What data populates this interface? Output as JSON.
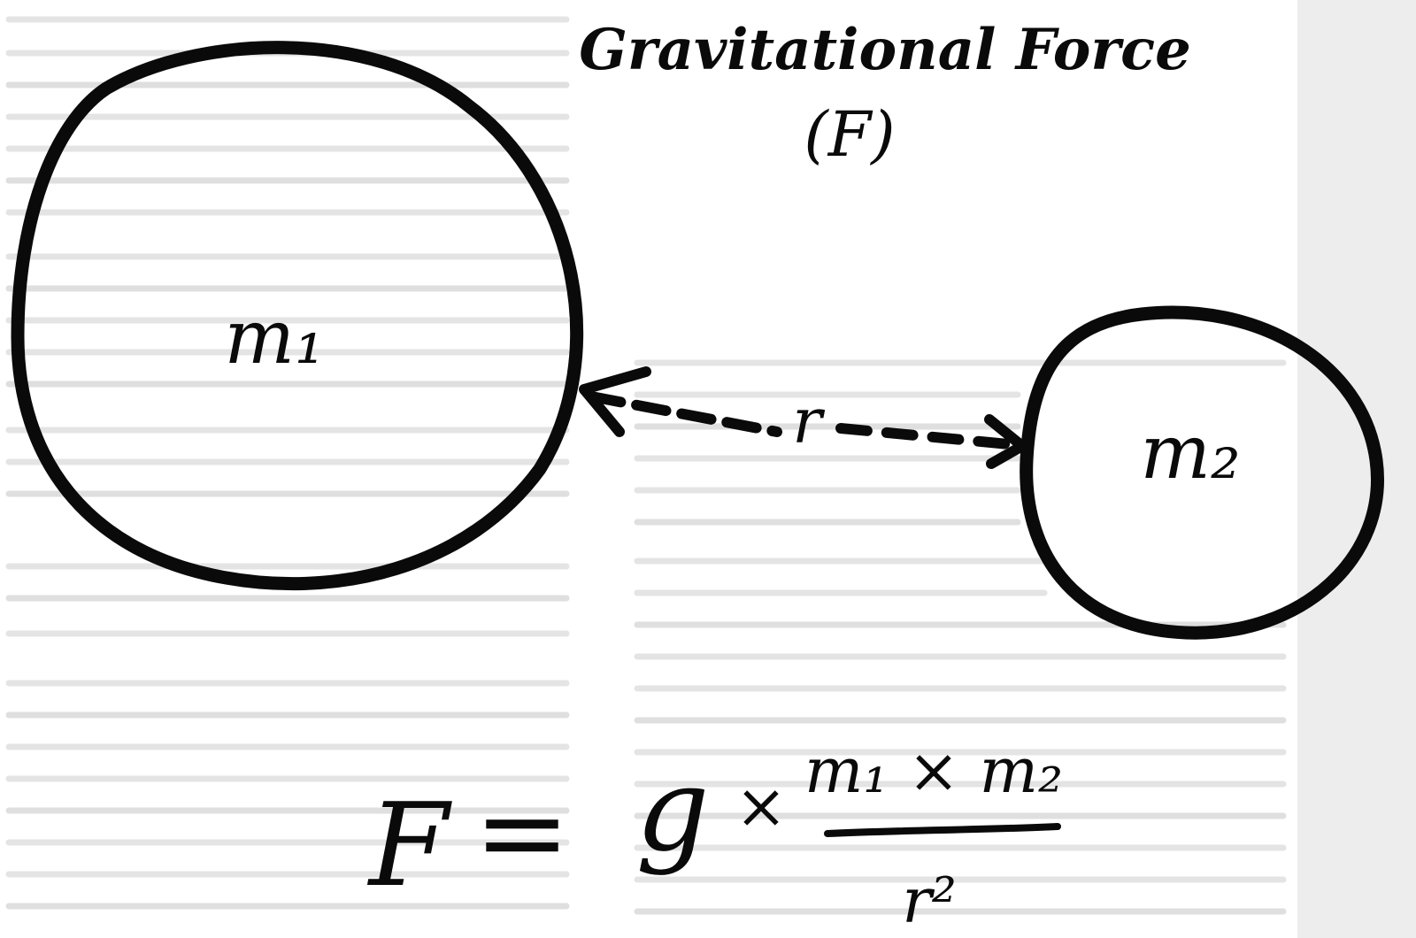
{
  "title": "Gravitational Force",
  "subtitle": "(F)",
  "masses": {
    "m1_label": "m₁",
    "m2_label": "m₂"
  },
  "distance_label": "r",
  "equation": {
    "lhs": "F",
    "equals": "=",
    "constant": "g",
    "times": "×",
    "numerator": "m₁ × m₂",
    "denominator": "r²"
  },
  "colors": {
    "ink": "#0a0a0a",
    "paper": "#ffffff",
    "bleed_through": "#cfcfcf"
  }
}
